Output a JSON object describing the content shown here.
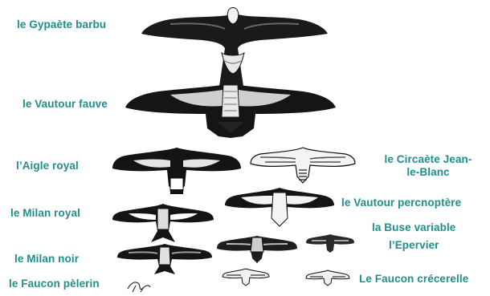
{
  "species": [
    {
      "id": "gypaete",
      "label": "le Gypaète barbu"
    },
    {
      "id": "vautour-fauve",
      "label": "le Vautour fauve"
    },
    {
      "id": "aigle-royal",
      "label": "l’Aigle royal"
    },
    {
      "id": "circaete",
      "label": "le Circaète Jean-le-Blanc"
    },
    {
      "id": "vautour-percnoptere",
      "label": "le Vautour  percnoptère"
    },
    {
      "id": "milan-royal",
      "label": "le Milan royal"
    },
    {
      "id": "buse-variable",
      "label": "la Buse variable"
    },
    {
      "id": "epervier",
      "label": "l’Epervier"
    },
    {
      "id": "milan-noir",
      "label": "le Milan noir"
    },
    {
      "id": "faucon-pelerin",
      "label": "le Faucon pèlerin"
    },
    {
      "id": "faucon-crecerelle",
      "label": "Le Faucon crécerelle"
    }
  ],
  "colors": {
    "label": "#1f8f8a",
    "ink": "#111111",
    "paper": "#ffffff"
  }
}
